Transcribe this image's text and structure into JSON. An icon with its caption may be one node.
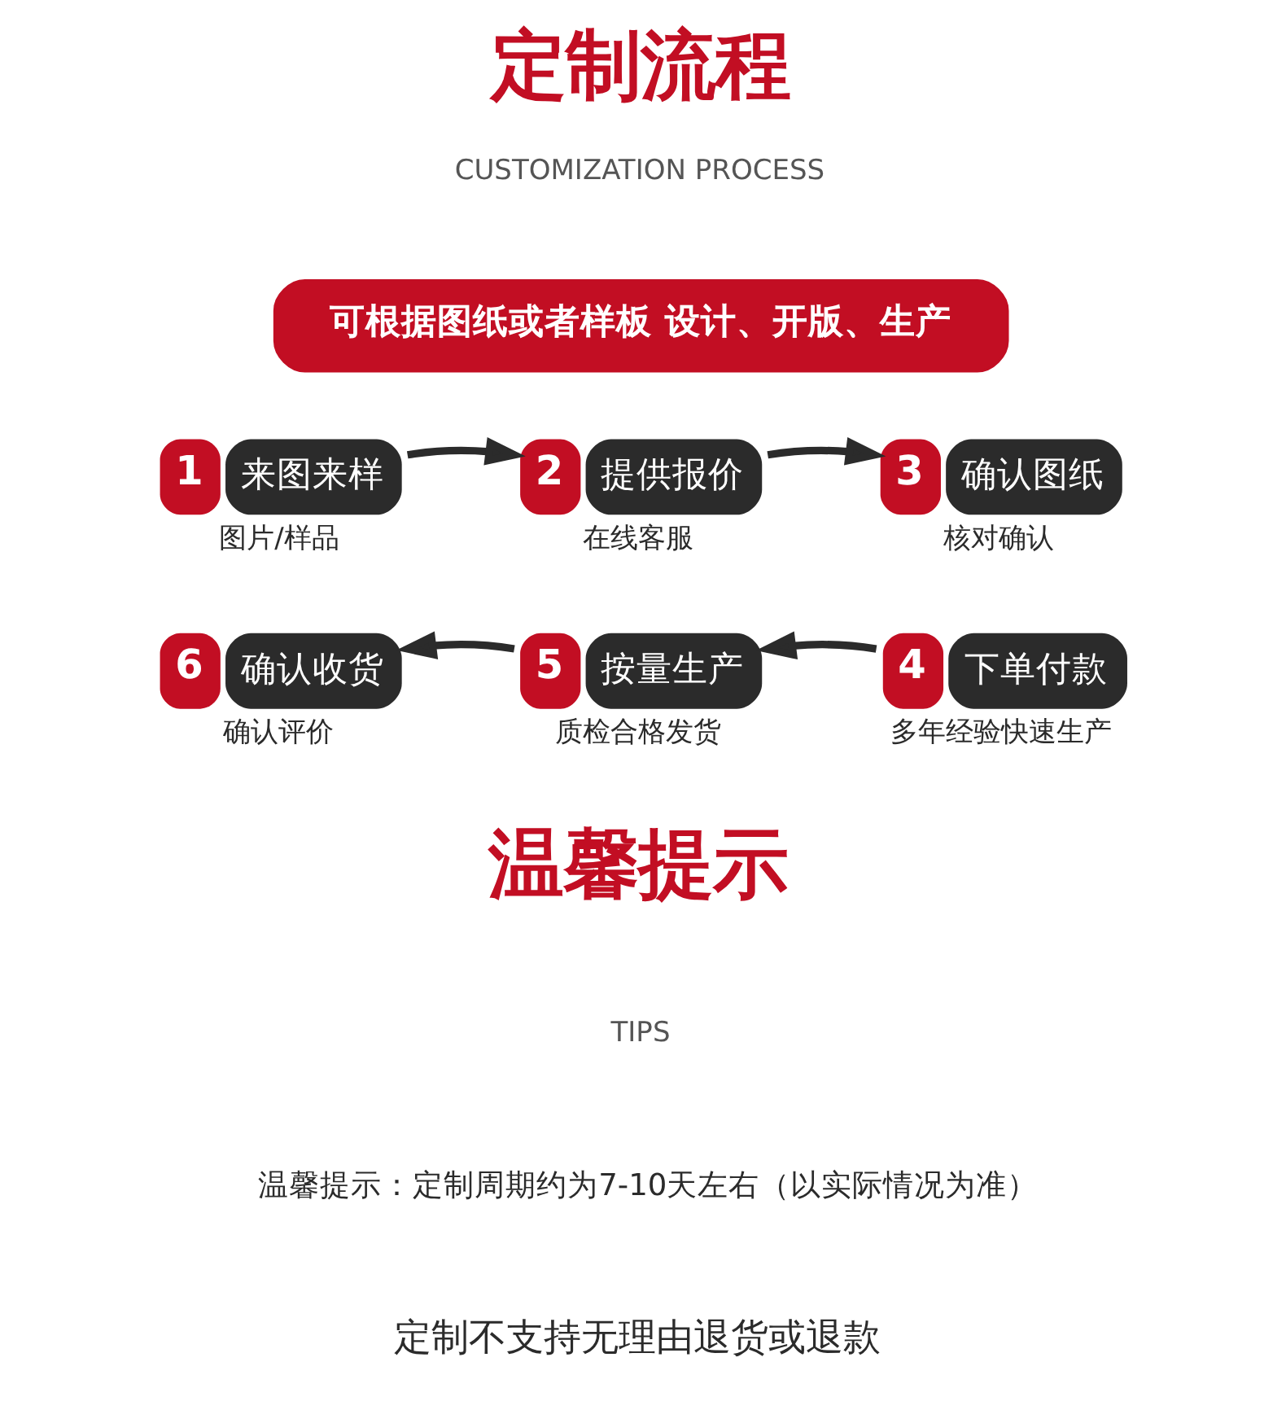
{
  "diagram": {
    "title": "定制流程",
    "nodes": [
      {
        "text": [
          "可根据图纸或者样板 设计、开版、生产"
        ]
      },
      {
        "text": [
          "1",
          "来图来样"
        ],
        "beside": [
          "图片/样品"
        ]
      },
      {
        "text": [
          "2",
          "提供报价"
        ],
        "beside": [
          "在线客服"
        ]
      },
      {
        "text": [
          "3",
          "确认图纸"
        ],
        "beside": [
          "核对确认"
        ]
      },
      {
        "text": [
          "4",
          "下单付款"
        ],
        "beside": [
          "多年经验快速生产"
        ]
      },
      {
        "text": [
          "5",
          "按量生产"
        ],
        "beside": [
          "质检合格发货"
        ]
      },
      {
        "text": [
          "6",
          "确认收货"
        ],
        "beside": [
          "确认评价"
        ]
      }
    ],
    "edges": [
      {
        "from": 1,
        "to": 2,
        "arrow": "to"
      },
      {
        "from": 2,
        "to": 3,
        "arrow": "to"
      },
      {
        "from": 4,
        "to": 5,
        "arrow": "to"
      },
      {
        "from": 5,
        "to": 6,
        "arrow": "to"
      }
    ],
    "labels": [
      "CUSTOMIZATION PROCESS",
      "温馨提示",
      "TIPS",
      "温馨提示：定制周期约为7-10天左右（以实际情况为准）",
      "定制不支持无理由退货或退款"
    ]
  }
}
